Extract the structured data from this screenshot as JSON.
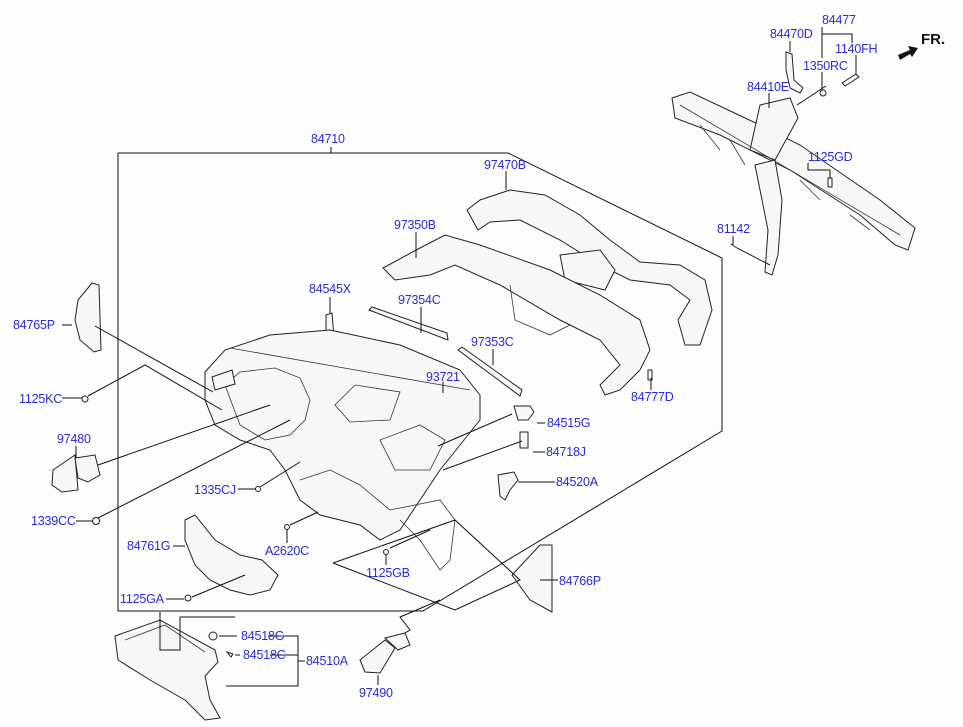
{
  "diagram": {
    "title": "Crash pad / instrument panel assembly exploded view",
    "direction_indicator": "FR.",
    "labels": [
      {
        "id": "84477",
        "text": "84477"
      },
      {
        "id": "84470D",
        "text": "84470D"
      },
      {
        "id": "1140FH",
        "text": "1140FH"
      },
      {
        "id": "1350RC",
        "text": "1350RC"
      },
      {
        "id": "84410E",
        "text": "84410E"
      },
      {
        "id": "84710",
        "text": "84710"
      },
      {
        "id": "1125GD",
        "text": "1125GD"
      },
      {
        "id": "97470B",
        "text": "97470B"
      },
      {
        "id": "97350B",
        "text": "97350B"
      },
      {
        "id": "81142",
        "text": "81142"
      },
      {
        "id": "84545X",
        "text": "84545X"
      },
      {
        "id": "97354C",
        "text": "97354C"
      },
      {
        "id": "84765P",
        "text": "84765P"
      },
      {
        "id": "97353C",
        "text": "97353C"
      },
      {
        "id": "93721",
        "text": "93721"
      },
      {
        "id": "84777D",
        "text": "84777D"
      },
      {
        "id": "1125KC",
        "text": "1125KC"
      },
      {
        "id": "84515G",
        "text": "84515G"
      },
      {
        "id": "97480",
        "text": "97480"
      },
      {
        "id": "84718J",
        "text": "84718J"
      },
      {
        "id": "84520A",
        "text": "84520A"
      },
      {
        "id": "1335CJ",
        "text": "1335CJ"
      },
      {
        "id": "1339CC",
        "text": "1339CC"
      },
      {
        "id": "84761G",
        "text": "84761G"
      },
      {
        "id": "A2620C",
        "text": "A2620C"
      },
      {
        "id": "1125GB",
        "text": "1125GB"
      },
      {
        "id": "84766P",
        "text": "84766P"
      },
      {
        "id": "1125GA",
        "text": "1125GA"
      },
      {
        "id": "84518G",
        "text": "84518G"
      },
      {
        "id": "84518C",
        "text": "84518C"
      },
      {
        "id": "84510A",
        "text": "84510A"
      },
      {
        "id": "97490",
        "text": "97490"
      }
    ]
  },
  "colors": {
    "label": "#2a2ad8",
    "line": "#111111",
    "background": "#fdfdfd"
  }
}
